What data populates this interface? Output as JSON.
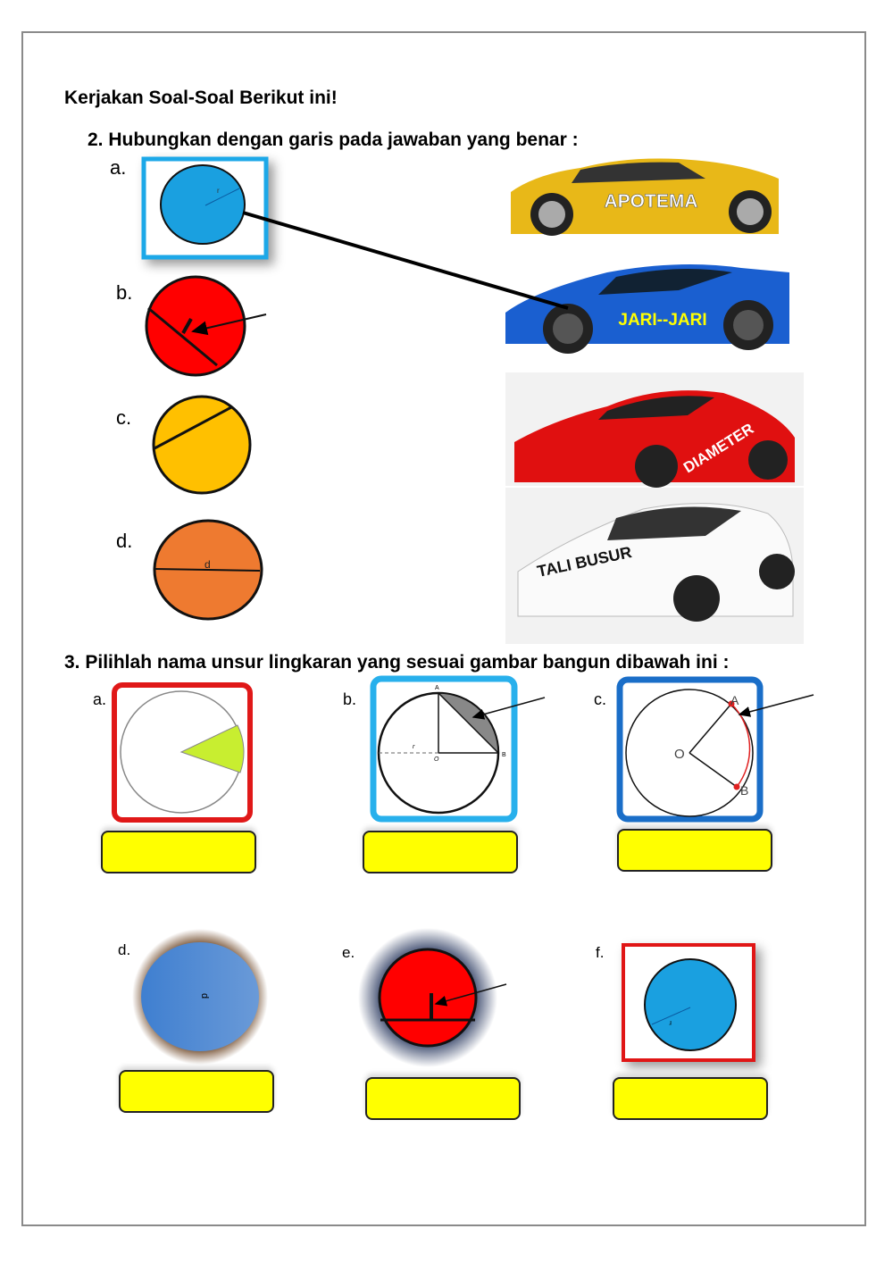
{
  "heading": "Kerjakan Soal-Soal Berikut ini!",
  "q2": {
    "title": "2. Hubungkan dengan garis pada jawaban yang benar :",
    "items": [
      {
        "label": "a.",
        "mark": "r"
      },
      {
        "label": "b."
      },
      {
        "label": "c."
      },
      {
        "label": "d.",
        "mark": "d"
      }
    ],
    "cars": [
      {
        "text": "APOTEMA",
        "color": "#f0c020"
      },
      {
        "text": "JARI--JARI",
        "color": "#1a5fd0"
      },
      {
        "text": "DIAMETER",
        "color": "#e01010"
      },
      {
        "text": "TALI BUSUR",
        "color": "#f2f2f2"
      }
    ]
  },
  "q3": {
    "title": "3. Pilihlah nama unsur lingkaran yang sesuai gambar bangun dibawah ini :",
    "items": [
      {
        "label": "a."
      },
      {
        "label": "b.",
        "points": [
          "A",
          "B",
          "O",
          "r"
        ]
      },
      {
        "label": "c.",
        "points": [
          "A",
          "B",
          "O"
        ]
      },
      {
        "label": "d.",
        "mark": "d"
      },
      {
        "label": "e."
      },
      {
        "label": "f.",
        "mark": "r"
      }
    ],
    "answer_color": "#ffff00"
  }
}
